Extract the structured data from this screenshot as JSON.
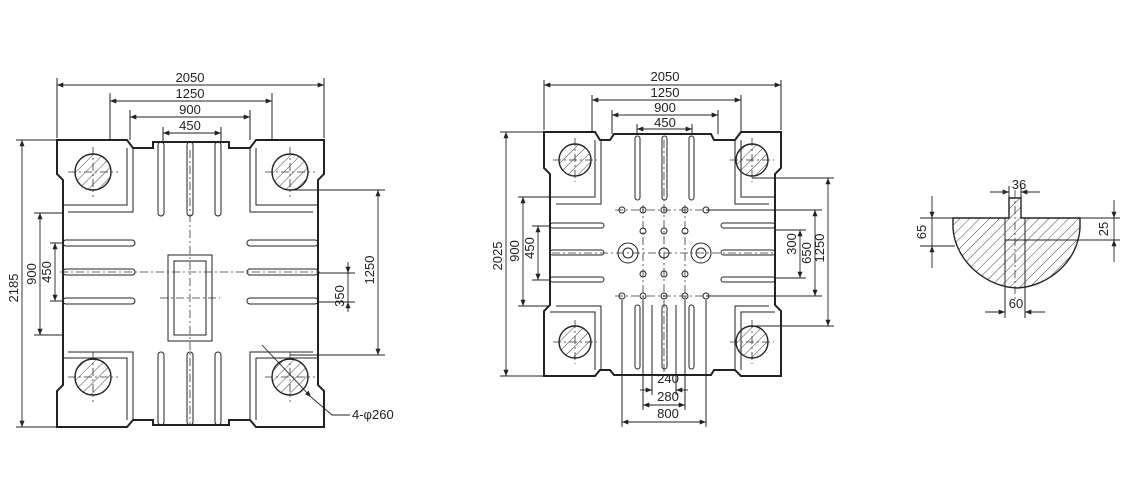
{
  "left_view": {
    "width_total": "2050",
    "width_holes": "1250",
    "width_inner": "900",
    "width_center": "450",
    "height_total": "2185",
    "height_inner": "900",
    "height_center": "450",
    "height_holes": "1250",
    "slot_len": "350",
    "hole_note": "4-φ260"
  },
  "middle_view": {
    "width_total": "2050",
    "width_holes": "1250",
    "width_inner": "900",
    "width_center": "450",
    "height_total": "2025",
    "height_inner": "900",
    "height_center": "450",
    "right_300": "300",
    "right_650": "650",
    "right_1250": "1250",
    "bottom_240": "240",
    "bottom_280": "280",
    "bottom_800": "800"
  },
  "section_view": {
    "slot_width": "36",
    "depth": "65",
    "slot_depth": "25",
    "bottom_width": "60"
  }
}
